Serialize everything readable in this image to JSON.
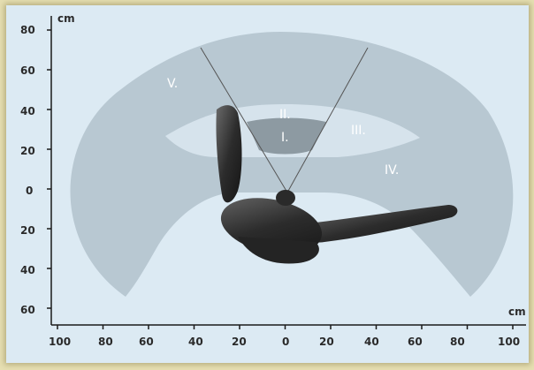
{
  "axis_unit_y": "cm",
  "axis_unit_x": "cm",
  "y_ticks": [
    "80",
    "60",
    "40",
    "20",
    "0",
    "20",
    "40",
    "60"
  ],
  "x_ticks": [
    "100",
    "80",
    "60",
    "40",
    "20",
    "0",
    "20",
    "40",
    "60",
    "80",
    "100"
  ],
  "zones": [
    "I.",
    "II.",
    "III.",
    "IV.",
    "V."
  ],
  "colors": {
    "background": "#dceaf3",
    "outer_zone": "#b8c8d2",
    "inner_zone": "#d6e3ec",
    "cone_fill": "#8d9aa2",
    "axis": "#1a1a1a",
    "figure": "#3a3a3a"
  }
}
